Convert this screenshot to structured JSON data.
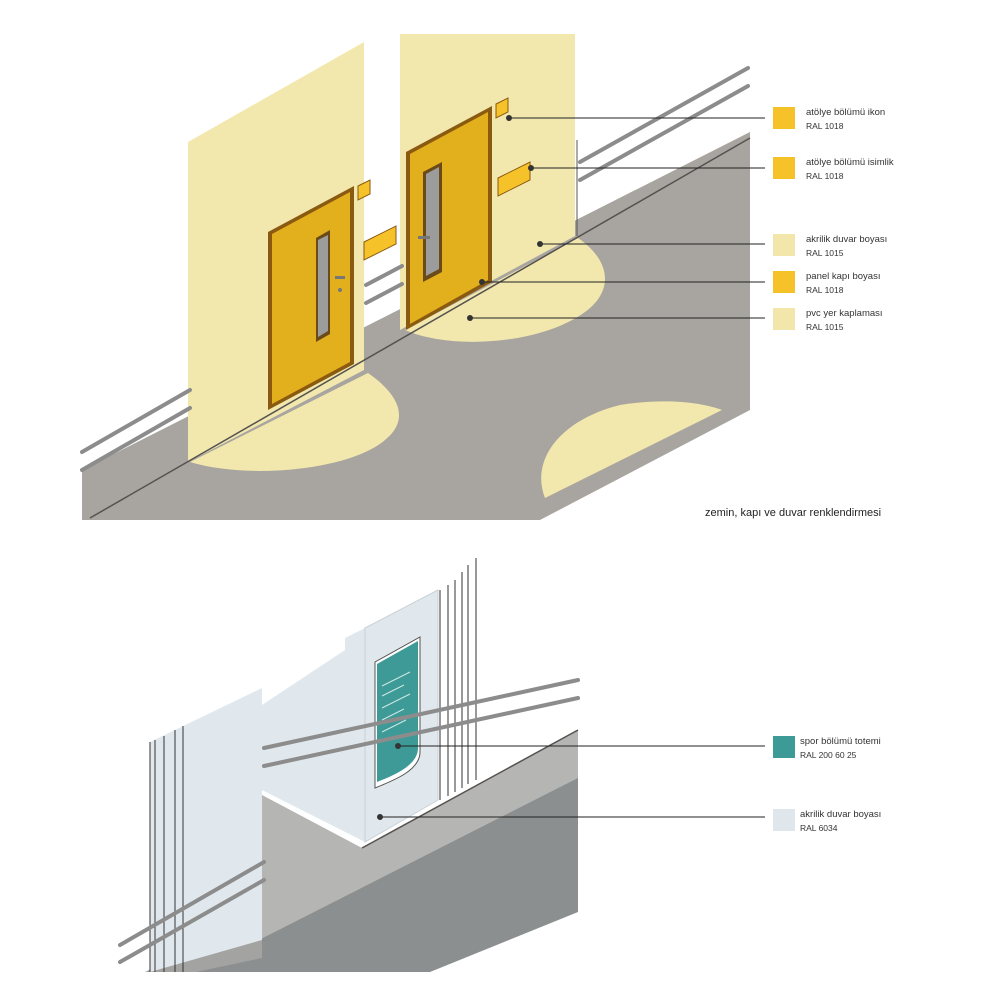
{
  "top_legend": [
    {
      "name": "atölye bölümü ikon",
      "code": "RAL 1018",
      "color": "#f6c22a"
    },
    {
      "name": "atölye bölümü isimlik",
      "code": "RAL 1018",
      "color": "#f6c22a"
    },
    {
      "name": "akrilik duvar boyası",
      "code": "RAL 1015",
      "color": "#f2e6ab"
    },
    {
      "name": "panel kapı boyası",
      "code": "RAL 1018",
      "color": "#f6c22a"
    },
    {
      "name": "pvc yer kaplaması",
      "code": "RAL 1015",
      "color": "#f2e6ab"
    }
  ],
  "caption": "zemin, kapı ve duvar renklendirmesi",
  "bottom_legend": [
    {
      "name": "spor bölümü totemi",
      "code": "RAL 200 60 25",
      "color": "#3d9a96"
    },
    {
      "name": "akrilik duvar boyası",
      "code": "RAL 6034",
      "color": "#dfe7ec"
    }
  ],
  "colors": {
    "wall_cream": "#f2e8ae",
    "door_yellow": "#e2b01d",
    "floor_grey": "#a8a49f",
    "wall_blue": "#e0e8ed",
    "dark_floor": "#8b8f8f",
    "totem_teal": "#3d9a96"
  }
}
